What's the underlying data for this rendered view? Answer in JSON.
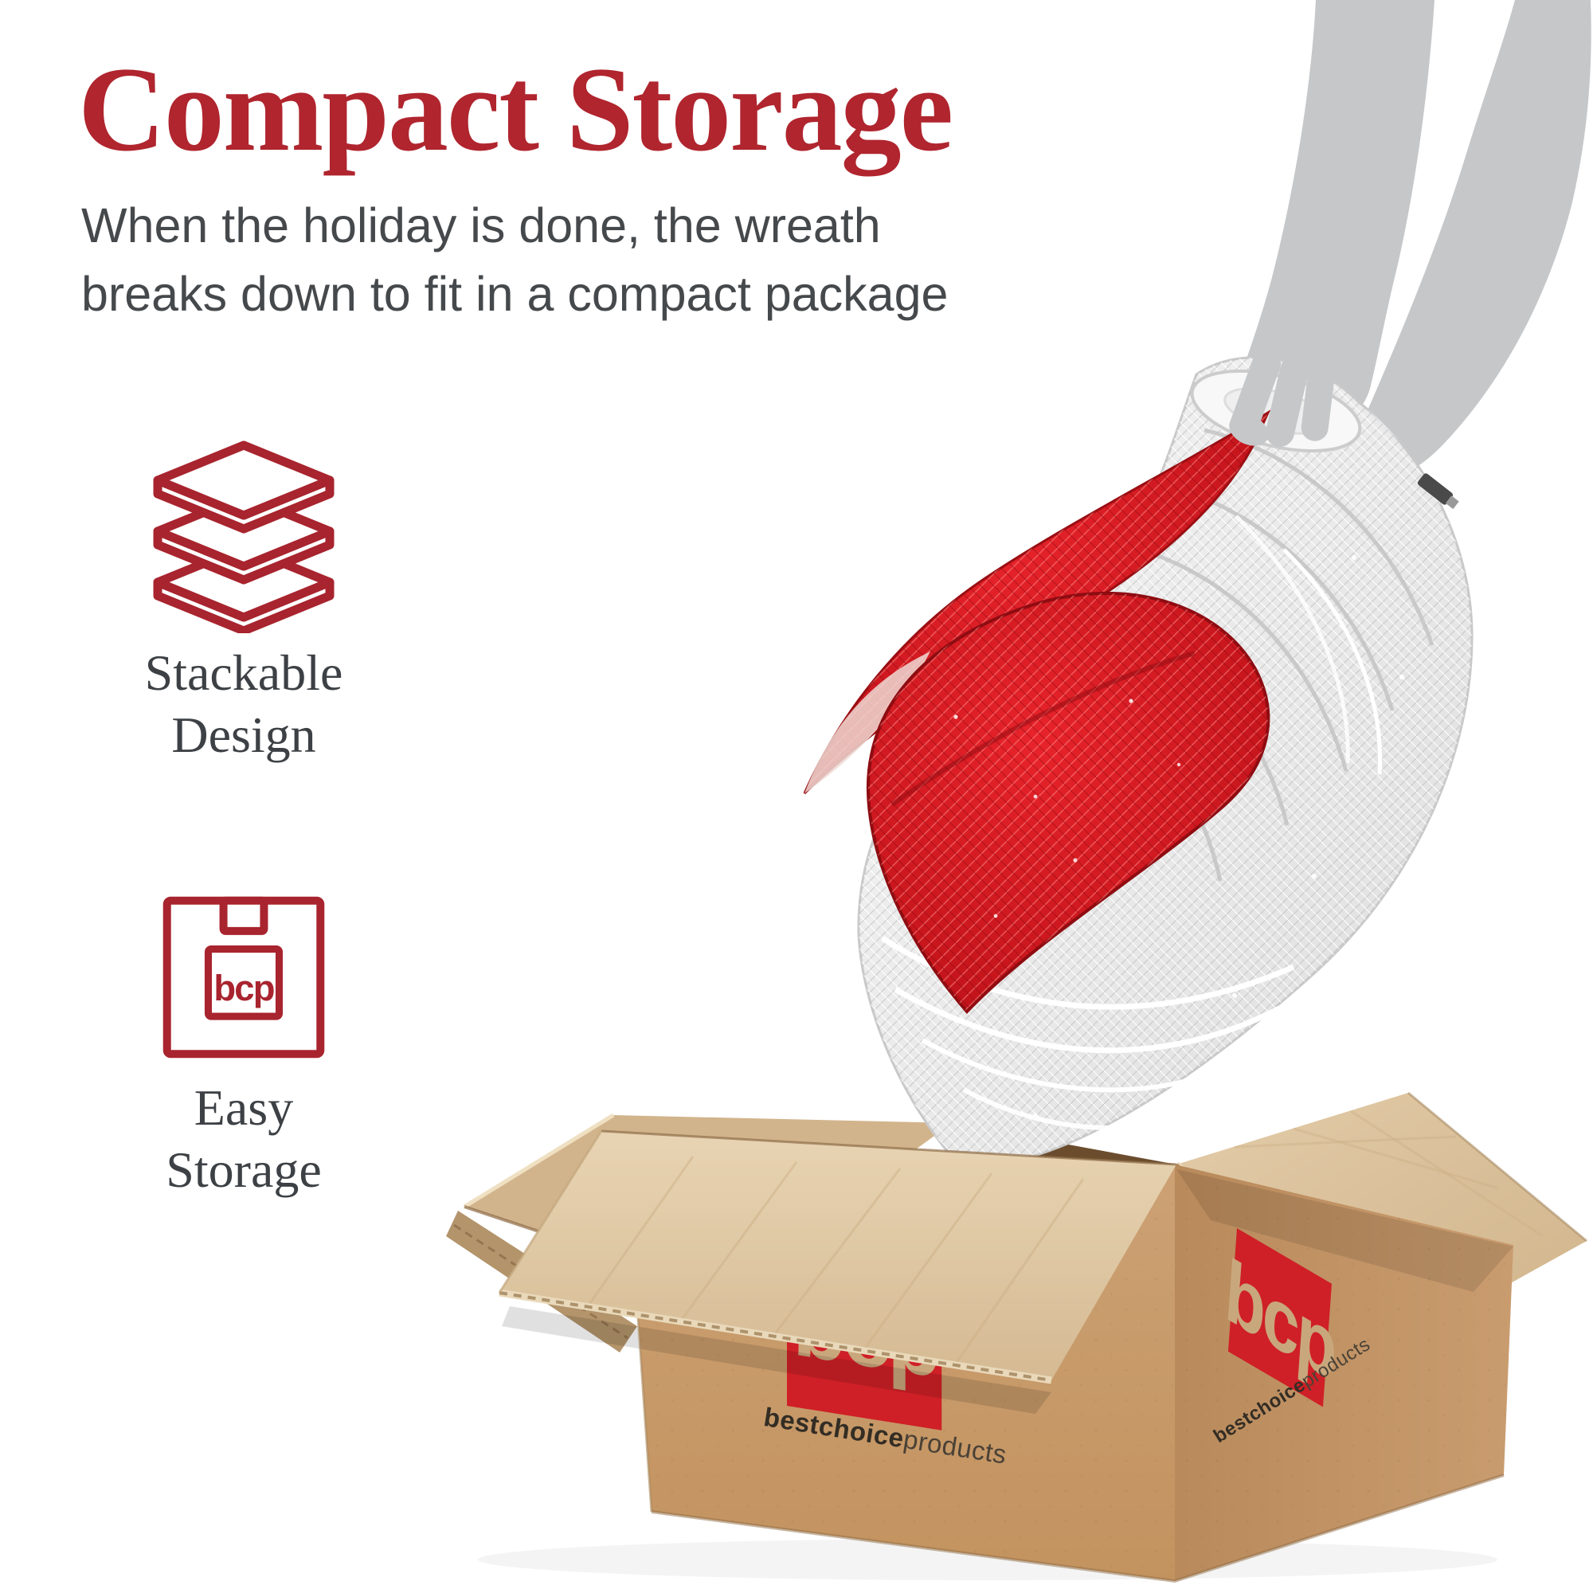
{
  "header": {
    "title": "Compact Storage",
    "subtitle_line1": "When the holiday is done, the wreath",
    "subtitle_line2": "breaks down to fit in a compact package"
  },
  "features": [
    {
      "icon": "stacked-layers-icon",
      "label_line1": "Stackable",
      "label_line2": "Design"
    },
    {
      "icon": "storage-box-icon",
      "icon_text": "bcp",
      "label_line1": "Easy",
      "label_line2": "Storage"
    }
  ],
  "packaging_box": {
    "logo_text": "bcp",
    "brand_bold": "bestchoice",
    "brand_light": "products"
  },
  "colors": {
    "accent_red": "#B0252E",
    "logo_red": "#CF2027",
    "cardboard_tan": "#C89C6E",
    "text_dark": "#46494C",
    "silver": "#EDEDED",
    "bow_red": "#D6191F",
    "arm_gray": "#C5C7C9"
  }
}
